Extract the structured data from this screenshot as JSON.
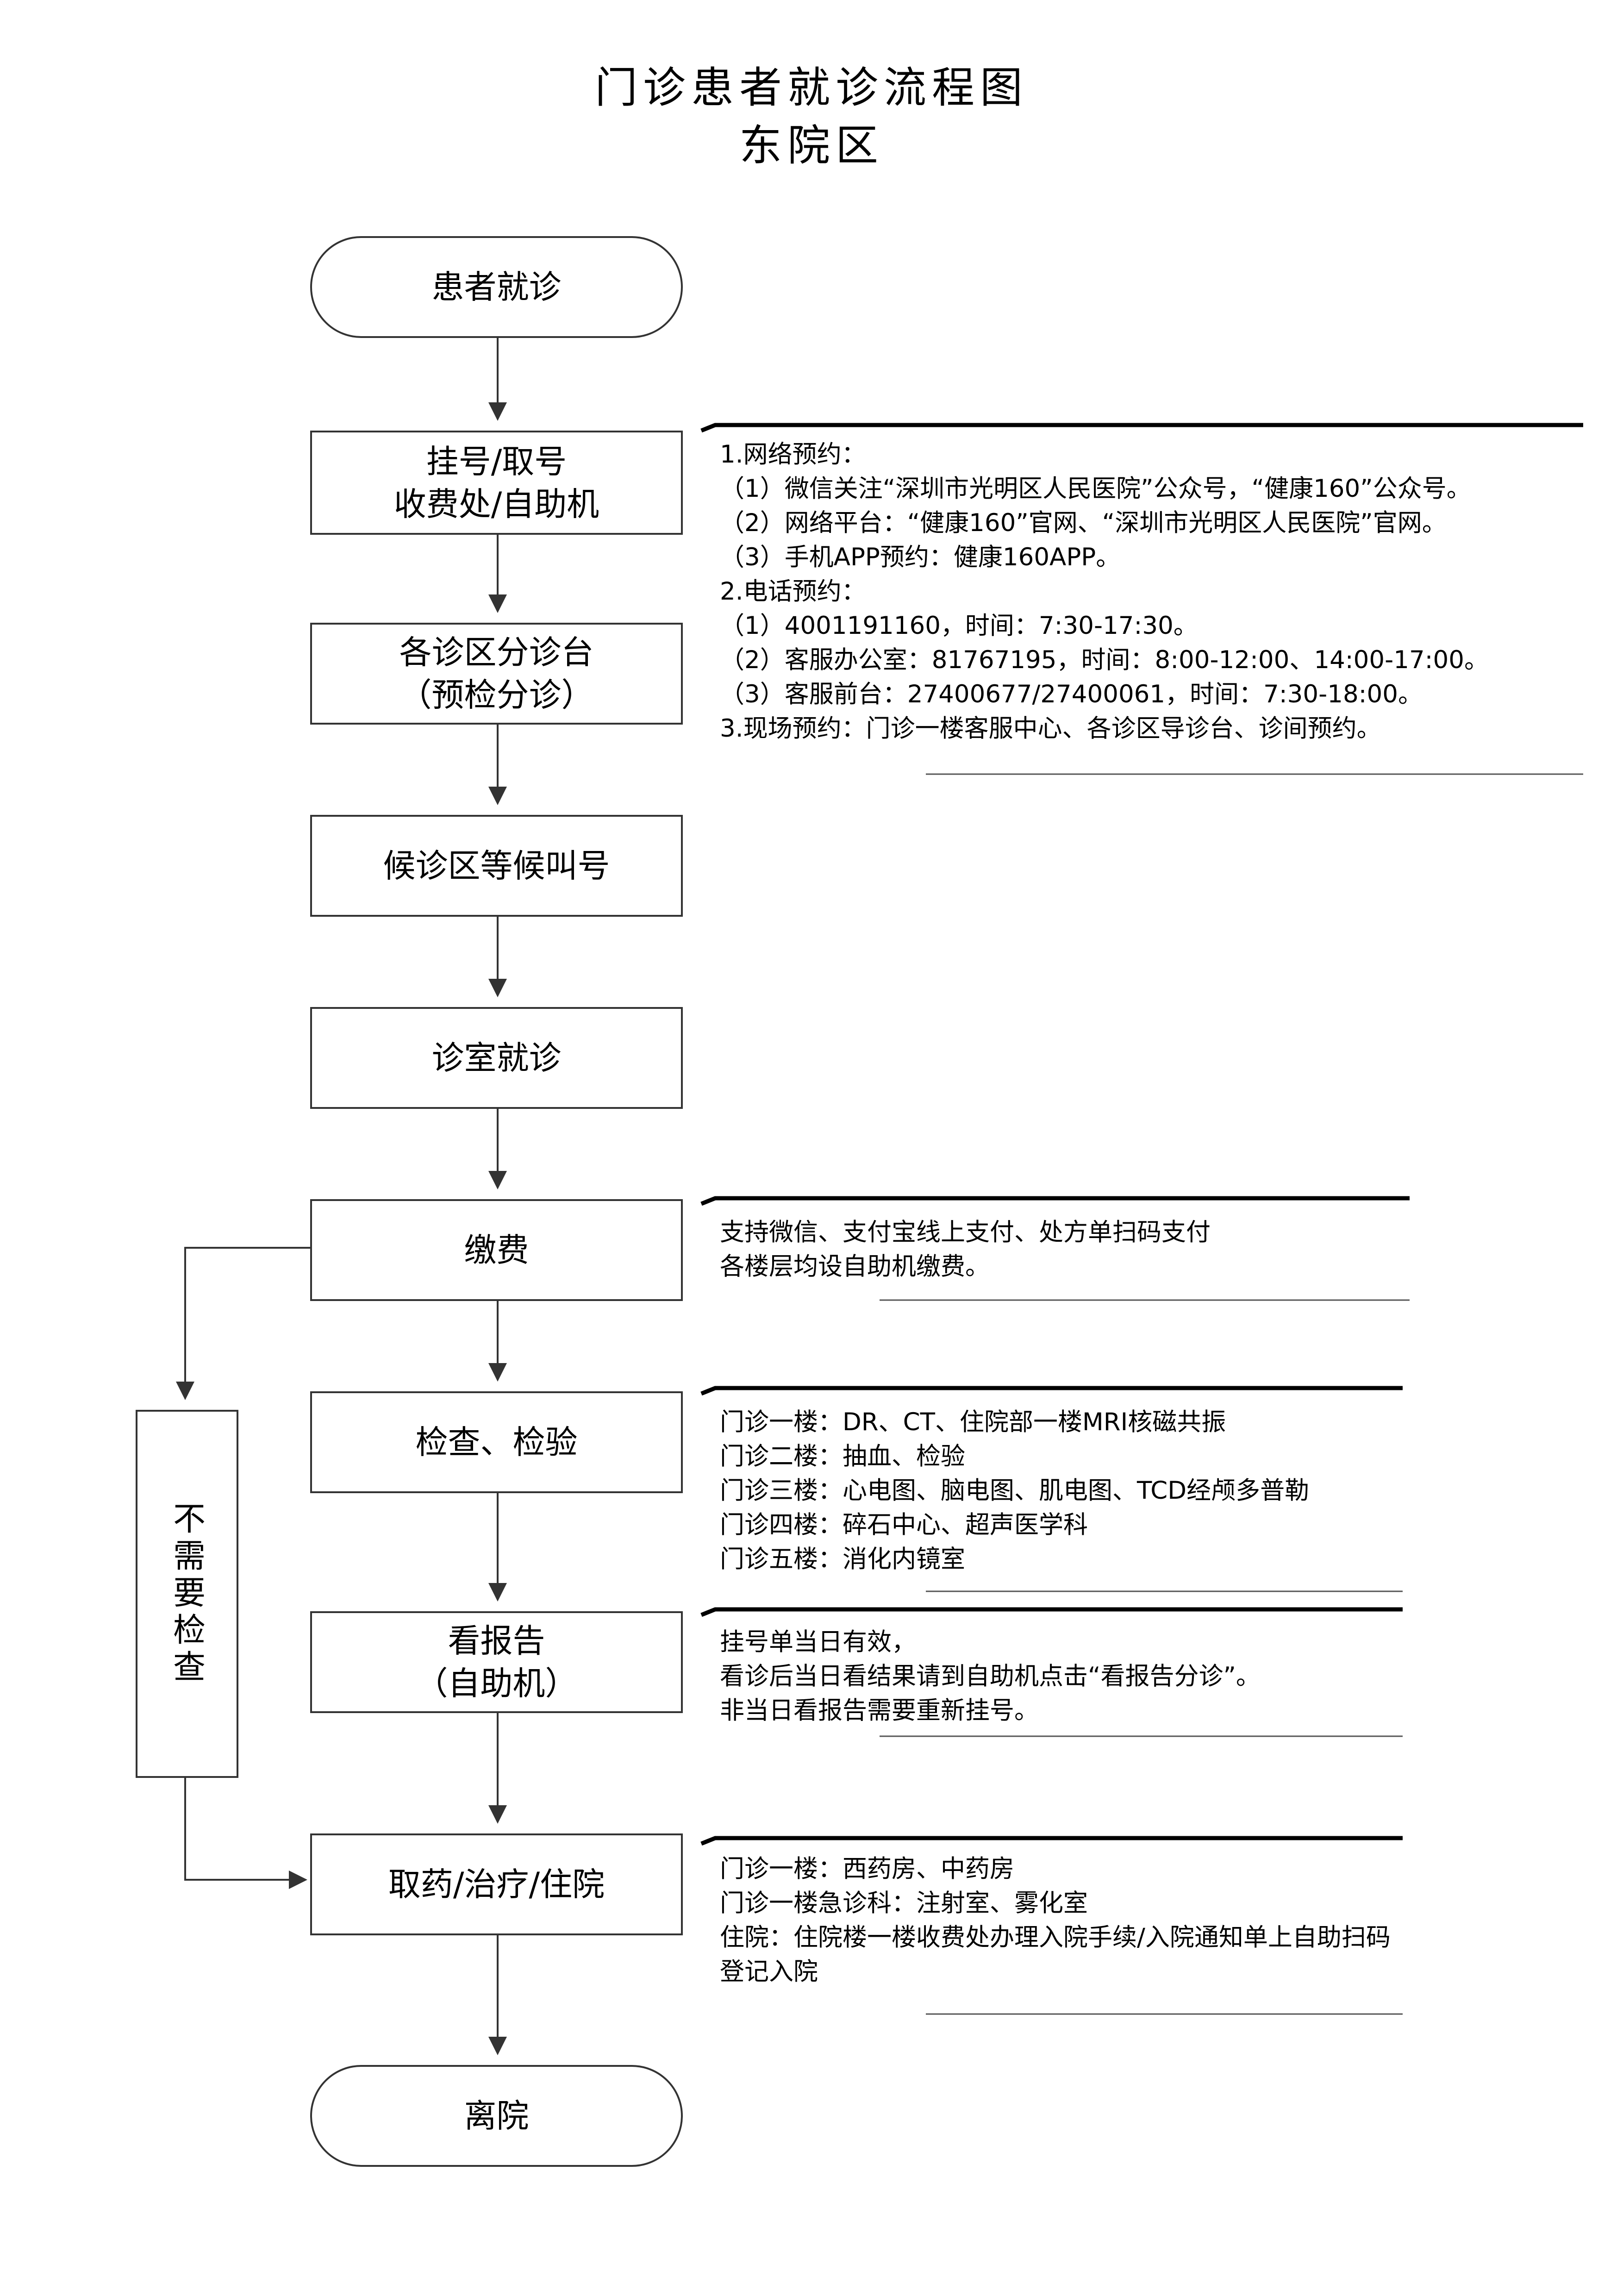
{
  "title": {
    "line1": "门诊患者就诊流程图",
    "line2": "东院区"
  },
  "steps": {
    "start": "患者就诊",
    "register": {
      "line1": "挂号/取号",
      "line2": "收费处/自助机"
    },
    "triage": {
      "line1": "各诊区分诊台",
      "line2": "（预检分诊）"
    },
    "wait": "候诊区等候叫号",
    "consult": "诊室就诊",
    "payment": "缴费",
    "exam": "检查、检验",
    "report": {
      "line1": "看报告",
      "line2": "（自助机）"
    },
    "treatment": "取药/治疗/住院",
    "leave": "离院",
    "no_exam": "不需要检查"
  },
  "notes": {
    "appointment": [
      "1.网络预约：",
      "（1）微信关注“深圳市光明区人民医院”公众号，“健康160”公众号。",
      "（2）网络平台：“健康160”官网、“深圳市光明区人民医院”官网。",
      "（3）手机APP预约：健康160APP。",
      "2.电话预约：",
      "（1）4001191160，时间：7:30-17:30。",
      "（2）客服办公室：81767195，时间：8:00-12:00、14:00-17:00。",
      "（3）客服前台：27400677/27400061，时间：7:30-18:00。",
      "3.现场预约：门诊一楼客服中心、各诊区导诊台、诊间预约。"
    ],
    "payment": [
      "支持微信、支付宝线上支付、处方单扫码支付",
      "各楼层均设自助机缴费。"
    ],
    "exam": [
      "门诊一楼：DR、CT、住院部一楼MRI核磁共振",
      "门诊二楼：抽血、检验",
      "门诊三楼：心电图、脑电图、肌电图、TCD经颅多普勒",
      "门诊四楼：碎石中心、超声医学科",
      "门诊五楼：消化内镜室"
    ],
    "report": [
      "挂号单当日有效，",
      "看诊后当日看结果请到自助机点击“看报告分诊”。",
      "非当日看报告需要重新挂号。"
    ],
    "treatment": [
      "门诊一楼：西药房、中药房",
      "门诊一楼急诊科：注射室、雾化室",
      "住院：住院楼一楼收费处办理入院手续/入院通知单上自助扫码登记入院"
    ]
  },
  "colors": {
    "line": "#333333",
    "thick_line": "#000000",
    "background": "#ffffff"
  }
}
